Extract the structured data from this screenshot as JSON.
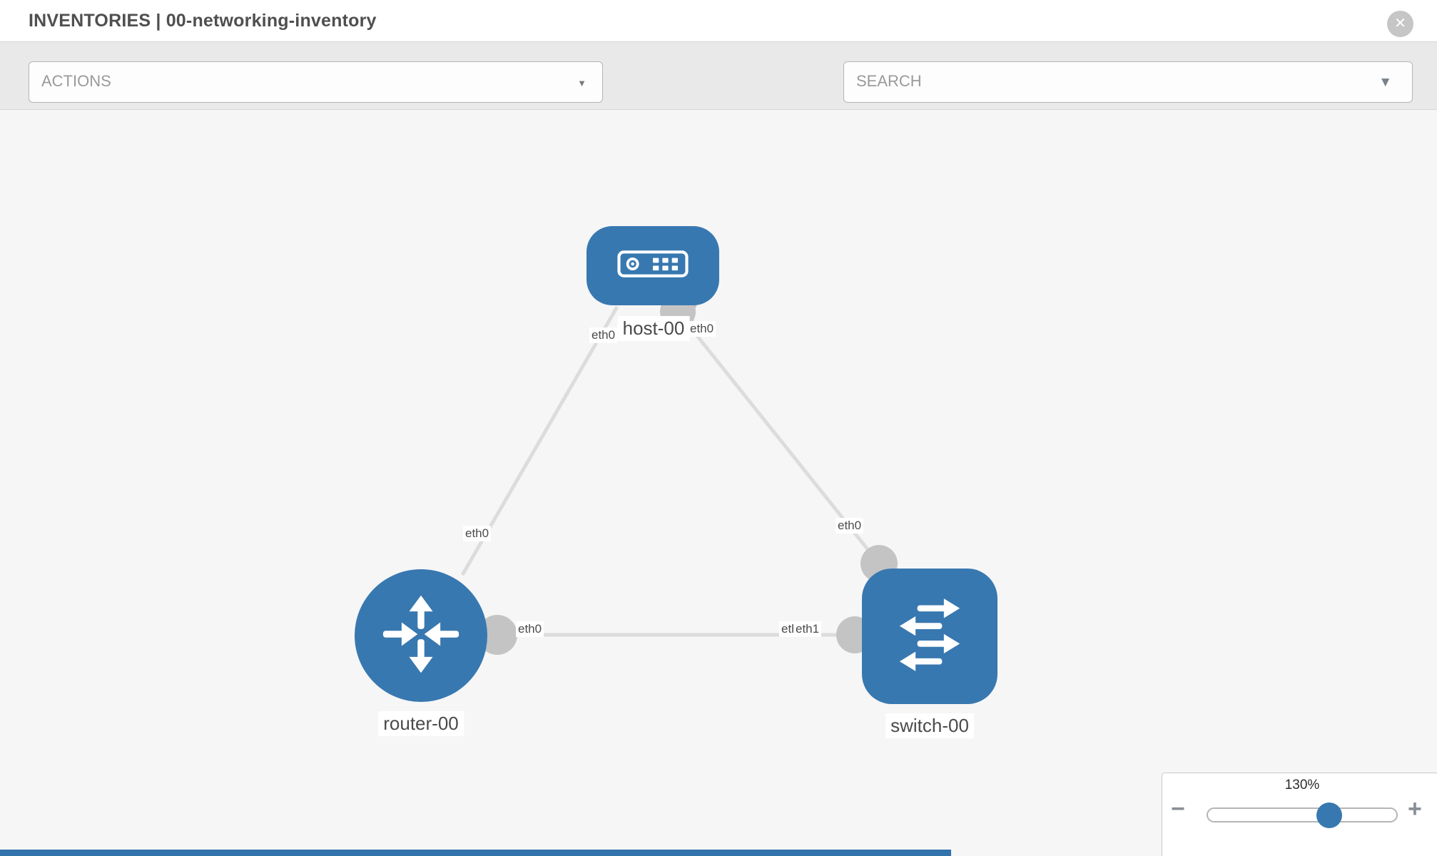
{
  "header": {
    "title": "INVENTORIES | 00-networking-inventory"
  },
  "toolbar": {
    "actions_label": "ACTIONS",
    "search_placeholder": "SEARCH"
  },
  "icons": {
    "close": "✕",
    "caret_down_small": "▼",
    "caret_down_big": "▼",
    "wrench": "wrench-icon",
    "key": "key-icon"
  },
  "topology": {
    "nodes": [
      {
        "id": "host-00",
        "type": "host",
        "label": "host-00"
      },
      {
        "id": "router-00",
        "type": "router",
        "label": "router-00"
      },
      {
        "id": "switch-00",
        "type": "switch",
        "label": "switch-00"
      }
    ],
    "links": [
      {
        "from": "host-00",
        "to": "router-00",
        "from_interface": "eth0",
        "to_interface": "eth0"
      },
      {
        "from": "host-00",
        "to": "switch-00",
        "from_interface": "eth0",
        "to_interface": "eth0"
      },
      {
        "from": "router-00",
        "to": "switch-00",
        "from_interface": "eth0",
        "to_interface": "eth1",
        "overlapped_label": "eth0"
      }
    ]
  },
  "zoom_control": {
    "level": "130%",
    "zoom_out": "−",
    "zoom_in": "+"
  },
  "colors": {
    "node_blue": "#3878b0",
    "link_gray": "#dcdcdc",
    "connector_gray": "#c4c4c4",
    "toolbar_bg": "#e9e9e9",
    "canvas_bg": "#f6f6f6",
    "bottom_bar_blue": "#3273ab"
  }
}
